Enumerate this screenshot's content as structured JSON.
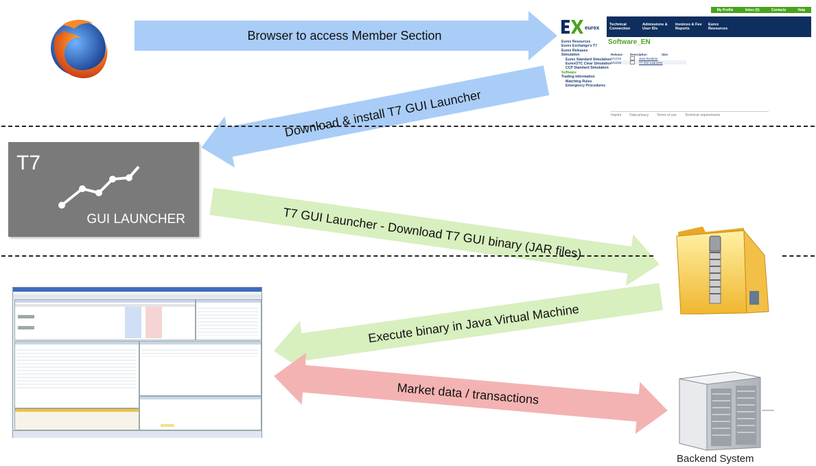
{
  "arrows": {
    "browser_access": "Browser to access Member Section",
    "download_install": "Download & install T7 GUI Launcher",
    "download_binary": "T7 GUI Launcher - Download T7 GUI binary (JAR files)",
    "execute_binary": "Execute binary in Java Virtual Machine",
    "market_data": "Market data / transactions"
  },
  "launcher": {
    "title": "T7",
    "subtitle": "GUI LAUNCHER"
  },
  "backend": {
    "label": "Backend System"
  },
  "eurex": {
    "logo_text": "eurex",
    "topbar": [
      "My Profile",
      "Inbox (5)",
      "Contacts",
      "Help"
    ],
    "nav": [
      "Technical Connection",
      "Admissions & User IDs",
      "Invoices & Fee Reports",
      "Eurex Resources"
    ],
    "side": [
      {
        "label": "Eurex Resources",
        "indent": false,
        "active": false
      },
      {
        "label": "Eurex Exchange's T7",
        "indent": false,
        "active": false
      },
      {
        "label": "Eurex Releases",
        "indent": false,
        "active": false
      },
      {
        "label": "Simulation",
        "indent": false,
        "active": false
      },
      {
        "label": "Eurex Standard Simulation",
        "indent": true,
        "active": false
      },
      {
        "label": "EurexOTC Clear Simulation",
        "indent": true,
        "active": false
      },
      {
        "label": "CCP Standard Simulation",
        "indent": true,
        "active": false
      },
      {
        "label": "Software",
        "indent": false,
        "active": true
      },
      {
        "label": "Trading Information",
        "indent": false,
        "active": false
      },
      {
        "label": "Matching Rules",
        "indent": true,
        "active": false
      },
      {
        "label": "Emergency Procedures",
        "indent": true,
        "active": false
      }
    ],
    "page_title": "Software_EN",
    "table_headers": [
      "Release",
      "Description",
      "Size"
    ],
    "table_rows": [
      {
        "release": "2/14/18",
        "description": "Java Runtime"
      },
      {
        "release": "2/14/18",
        "description": "T7 GUI Launcher"
      }
    ],
    "footer": [
      "Imprint",
      "Data privacy",
      "Terms of use",
      "Technical requirements"
    ]
  }
}
